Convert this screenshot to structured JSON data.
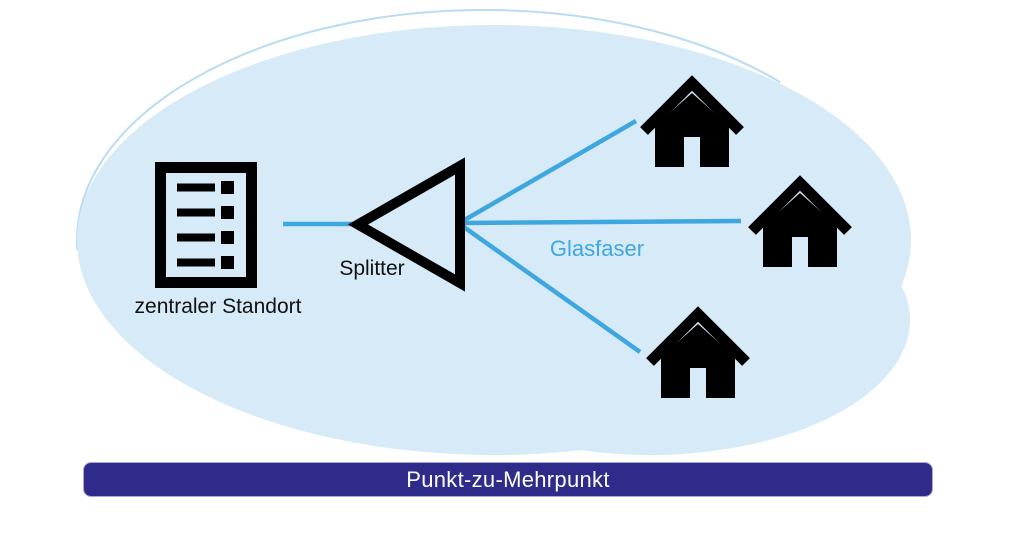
{
  "banner": {
    "label": "Punkt-zu-Mehrpunkt",
    "bg_color": "#2e2b8b",
    "text_color": "#ffffff"
  },
  "nodes": {
    "central_office": {
      "label": "zentraler Standort"
    },
    "splitter": {
      "label": "Splitter"
    },
    "houses": {
      "count": 3
    }
  },
  "fiber": {
    "label": "Glasfaser"
  },
  "colors": {
    "ellipse_fill": "#d6eaf7",
    "ellipse_outline": "#badcf2",
    "line": "#3fa7e0",
    "icon": "#000000",
    "label_text": "#111111"
  }
}
